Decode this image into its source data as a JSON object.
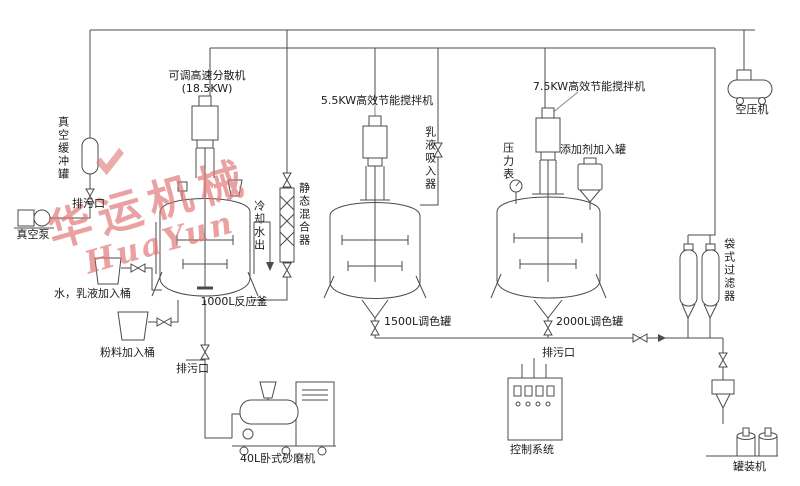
{
  "watermark": {
    "cn": "华运机械",
    "en": "HuaYun"
  },
  "colors": {
    "line": "#4b4b4b",
    "watermark": "#de7474"
  },
  "labels": {
    "disperser_line1": "可调高速分散机",
    "disperser_line2": "(18.5KW)",
    "mixer_1500": "5.5KW高效节能搅拌机",
    "mixer_2000": "7.5KW高效节能搅拌机",
    "air_compressor": "空压机",
    "vacuum_buffer_tank": "真空缓冲罐",
    "vacuum_pump": "真空泵",
    "drain_outlet": "排污口",
    "water_emulsion_bucket": "水，乳液加入桶",
    "powder_bucket": "粉料加入桶",
    "reactor_1000l": "1000L反应釜",
    "static_mixer": "静态混合器",
    "cooling_water_out": "冷却水出",
    "emulsion_suction": "乳液吸入器",
    "pressure_gauge": "压力表",
    "additive_tank": "添加剂加入罐",
    "tank_1500l": "1500L调色罐",
    "tank_2000l": "2000L调色罐",
    "bag_filter": "袋式过滤器",
    "sand_mill": "40L卧式砂磨机",
    "control_system": "控制系统",
    "filling_machine": "罐装机"
  }
}
